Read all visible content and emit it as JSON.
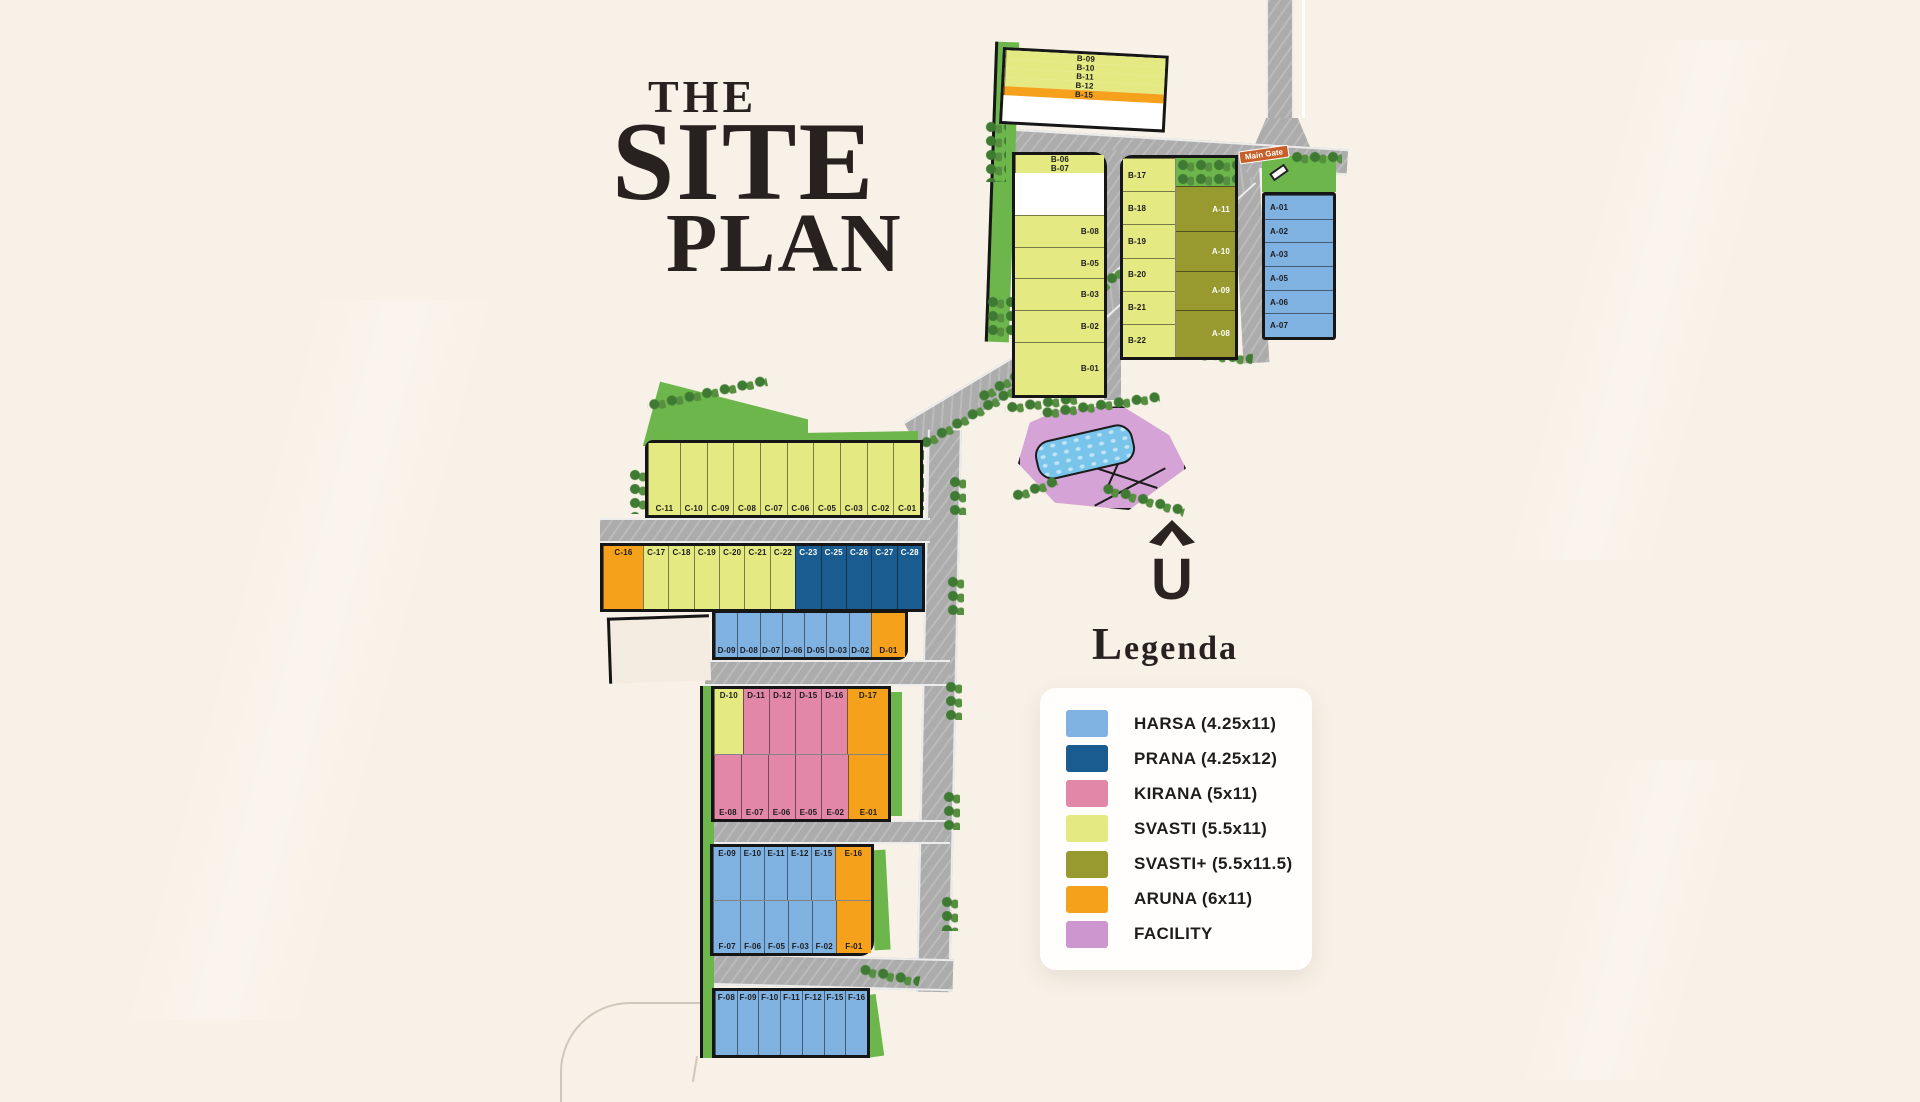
{
  "title": {
    "line1": "THE",
    "line2": "SITE",
    "line3": "PLAN"
  },
  "compass": {
    "letter": "U"
  },
  "main_gate": {
    "label": "Main Gate"
  },
  "legend": {
    "heading": "Legenda",
    "items": [
      {
        "name": "HARSA (4.25x11)",
        "type": "harsa"
      },
      {
        "name": "PRANA (4.25x12)",
        "type": "prana"
      },
      {
        "name": "KIRANA (5x11)",
        "type": "kirana"
      },
      {
        "name": "SVASTI  (5.5x11)",
        "type": "svasti"
      },
      {
        "name": "SVASTI+ (5.5x11.5)",
        "type": "svastiplus"
      },
      {
        "name": "ARUNA (6x11)",
        "type": "aruna"
      },
      {
        "name": "FACILITY",
        "type": "facility"
      }
    ]
  },
  "colors": {
    "harsa": "#7FB1E1",
    "prana": "#1A5C8F",
    "kirana": "#E287A8",
    "svasti": "#E4E982",
    "svastiplus": "#98992F",
    "aruna": "#F5A11C",
    "facility": "#CD96CF"
  },
  "blocks": {
    "b_top": [
      {
        "id": "B-09",
        "type": "svasti"
      },
      {
        "id": "B-10",
        "type": "svasti"
      },
      {
        "id": "B-11",
        "type": "svasti"
      },
      {
        "id": "B-12",
        "type": "svasti"
      },
      {
        "id": "B-15",
        "type": "aruna",
        "w": 1.1
      }
    ],
    "b_left_top": [
      {
        "id": "B-06",
        "type": "svasti"
      },
      {
        "id": "B-07",
        "type": "svasti"
      }
    ],
    "b_left": [
      {
        "id": "B-08",
        "type": "svasti"
      },
      {
        "id": "B-05",
        "type": "svasti"
      },
      {
        "id": "B-03",
        "type": "svasti"
      },
      {
        "id": "B-02",
        "type": "svasti"
      },
      {
        "id": "B-01",
        "type": "svasti",
        "w": 1.7
      }
    ],
    "b_mid": [
      {
        "id": "B-17",
        "type": "svasti"
      },
      {
        "id": "B-18",
        "type": "svasti"
      },
      {
        "id": "B-19",
        "type": "svasti"
      },
      {
        "id": "B-20",
        "type": "svasti"
      },
      {
        "id": "B-21",
        "type": "svasti"
      },
      {
        "id": "B-22",
        "type": "svasti"
      }
    ],
    "a_olive": [
      {
        "id": "A-11",
        "type": "svastiplus",
        "w": 1.15
      },
      {
        "id": "A-10",
        "type": "svastiplus"
      },
      {
        "id": "A-09",
        "type": "svastiplus"
      },
      {
        "id": "A-08",
        "type": "svastiplus",
        "w": 1.2
      }
    ],
    "a_blue": [
      {
        "id": "A-01",
        "type": "harsa"
      },
      {
        "id": "A-02",
        "type": "harsa"
      },
      {
        "id": "A-03",
        "type": "harsa"
      },
      {
        "id": "A-05",
        "type": "harsa"
      },
      {
        "id": "A-06",
        "type": "harsa"
      },
      {
        "id": "A-07",
        "type": "harsa"
      }
    ],
    "c1": [
      {
        "id": "C-11",
        "type": "svasti",
        "w": 1.2
      },
      {
        "id": "C-10",
        "type": "svasti"
      },
      {
        "id": "C-09",
        "type": "svasti"
      },
      {
        "id": "C-08",
        "type": "svasti"
      },
      {
        "id": "C-07",
        "type": "svasti"
      },
      {
        "id": "C-06",
        "type": "svasti"
      },
      {
        "id": "C-05",
        "type": "svasti"
      },
      {
        "id": "C-03",
        "type": "svasti"
      },
      {
        "id": "C-02",
        "type": "svasti"
      },
      {
        "id": "C-01",
        "type": "svasti"
      }
    ],
    "c2": [
      {
        "id": "C-16",
        "type": "aruna",
        "w": 1.6
      },
      {
        "id": "C-17",
        "type": "svasti"
      },
      {
        "id": "C-18",
        "type": "svasti"
      },
      {
        "id": "C-19",
        "type": "svasti"
      },
      {
        "id": "C-20",
        "type": "svasti"
      },
      {
        "id": "C-21",
        "type": "svasti"
      },
      {
        "id": "C-22",
        "type": "svasti"
      },
      {
        "id": "C-23",
        "type": "prana"
      },
      {
        "id": "C-25",
        "type": "prana"
      },
      {
        "id": "C-26",
        "type": "prana"
      },
      {
        "id": "C-27",
        "type": "prana"
      },
      {
        "id": "C-28",
        "type": "prana"
      }
    ],
    "d1": [
      {
        "id": "D-09",
        "type": "harsa"
      },
      {
        "id": "D-08",
        "type": "harsa"
      },
      {
        "id": "D-07",
        "type": "harsa"
      },
      {
        "id": "D-06",
        "type": "harsa"
      },
      {
        "id": "D-05",
        "type": "harsa"
      },
      {
        "id": "D-03",
        "type": "harsa"
      },
      {
        "id": "D-02",
        "type": "harsa"
      },
      {
        "id": "D-01",
        "type": "aruna",
        "w": 1.55
      }
    ],
    "d2": [
      {
        "id": "D-10",
        "type": "svasti",
        "w": 1.1
      },
      {
        "id": "D-11",
        "type": "kirana"
      },
      {
        "id": "D-12",
        "type": "kirana"
      },
      {
        "id": "D-15",
        "type": "kirana"
      },
      {
        "id": "D-16",
        "type": "kirana"
      },
      {
        "id": "D-17",
        "type": "aruna",
        "w": 1.6
      }
    ],
    "e1": [
      {
        "id": "E-08",
        "type": "kirana"
      },
      {
        "id": "E-07",
        "type": "kirana"
      },
      {
        "id": "E-06",
        "type": "kirana"
      },
      {
        "id": "E-05",
        "type": "kirana"
      },
      {
        "id": "E-02",
        "type": "kirana"
      },
      {
        "id": "E-01",
        "type": "aruna",
        "w": 1.5
      }
    ],
    "e2": [
      {
        "id": "E-09",
        "type": "harsa",
        "w": 1.15
      },
      {
        "id": "E-10",
        "type": "harsa"
      },
      {
        "id": "E-11",
        "type": "harsa"
      },
      {
        "id": "E-12",
        "type": "harsa"
      },
      {
        "id": "E-15",
        "type": "harsa"
      },
      {
        "id": "E-16",
        "type": "aruna",
        "w": 1.55
      }
    ],
    "f1": [
      {
        "id": "F-07",
        "type": "harsa",
        "w": 1.15
      },
      {
        "id": "F-06",
        "type": "harsa"
      },
      {
        "id": "F-05",
        "type": "harsa"
      },
      {
        "id": "F-03",
        "type": "harsa"
      },
      {
        "id": "F-02",
        "type": "harsa"
      },
      {
        "id": "F-01",
        "type": "aruna",
        "w": 1.5
      }
    ],
    "f2": [
      {
        "id": "F-08",
        "type": "harsa"
      },
      {
        "id": "F-09",
        "type": "harsa"
      },
      {
        "id": "F-10",
        "type": "harsa"
      },
      {
        "id": "F-11",
        "type": "harsa"
      },
      {
        "id": "F-12",
        "type": "harsa"
      },
      {
        "id": "F-15",
        "type": "harsa"
      },
      {
        "id": "F-16",
        "type": "harsa"
      }
    ]
  }
}
